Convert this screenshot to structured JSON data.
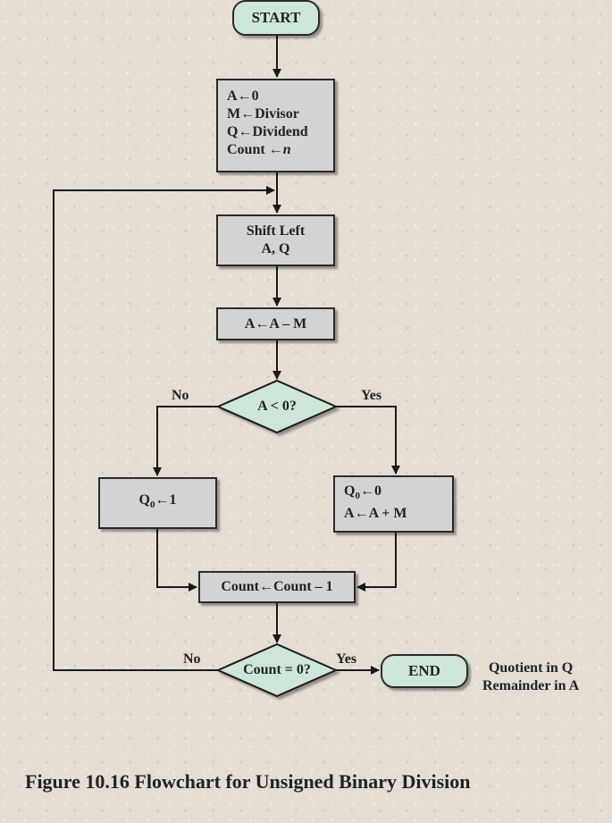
{
  "start": "START",
  "end": "END",
  "init": {
    "l1_var": "A",
    "l1_val": "0",
    "l2_var": "M",
    "l2_val": "Divisor",
    "l3_var": "Q",
    "l3_val": "Dividend",
    "l4_var": "Count",
    "l4_val": "n"
  },
  "shift": {
    "line1": "Shift Left",
    "line2": "A, Q"
  },
  "subtract": {
    "left": "A",
    "right": "A – M"
  },
  "decision1": "A < 0?",
  "branch_no": "No",
  "branch_yes": "Yes",
  "no_box": {
    "q": "Q",
    "sub": "0",
    "val": "1"
  },
  "yes_box": {
    "q": "Q",
    "sub": "0",
    "val": "0",
    "l2_left": "A",
    "l2_right": "A + M"
  },
  "count_box": {
    "left": "Count",
    "right": "Count – 1"
  },
  "decision2": "Count = 0?",
  "note": {
    "line1": "Quotient in Q",
    "line2": "Remainder in A"
  },
  "caption": "Figure 10.16  Flowchart for Unsigned Binary Division",
  "colors": {
    "box": "#d3d3d3",
    "diamond": "#cce6d8",
    "terminal": "#cce6d8",
    "line": "#1a1a1a"
  }
}
